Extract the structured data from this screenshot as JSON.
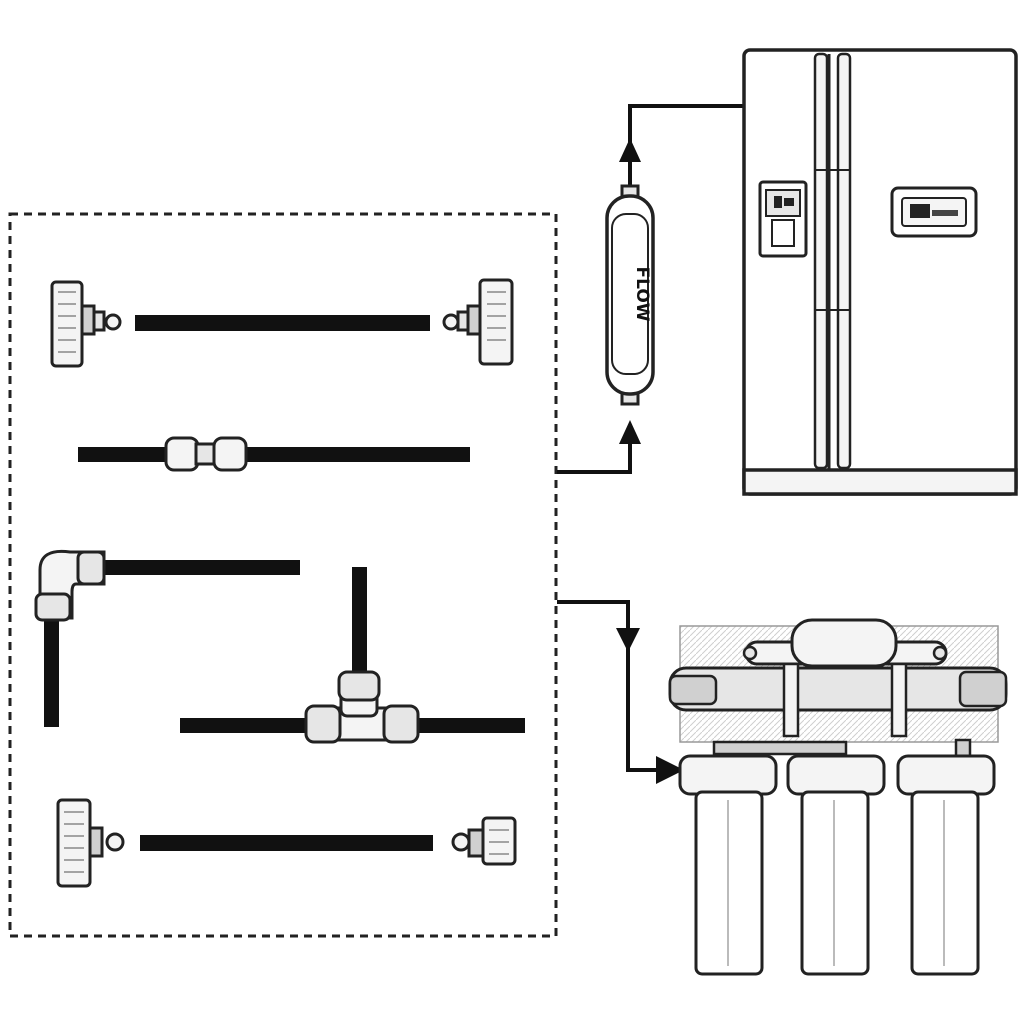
{
  "diagram": {
    "flow_label": "FLOW",
    "colors": {
      "ink": "#111111",
      "line": "#222222",
      "fill_light": "#f4f4f4",
      "fill_mid": "#e6e6e6",
      "fill_dark": "#d0d0d0",
      "background": "#ffffff"
    },
    "parts_box": {
      "items": [
        "quick-connect-tube-with-valves",
        "straight-union-connector",
        "elbow-connector",
        "tee-connector",
        "quick-connect-tube-with-valves"
      ]
    },
    "icons": [
      "inline-flow-filter-icon",
      "refrigerator-icon",
      "ro-filter-system-icon",
      "flow-arrow-icon"
    ]
  }
}
